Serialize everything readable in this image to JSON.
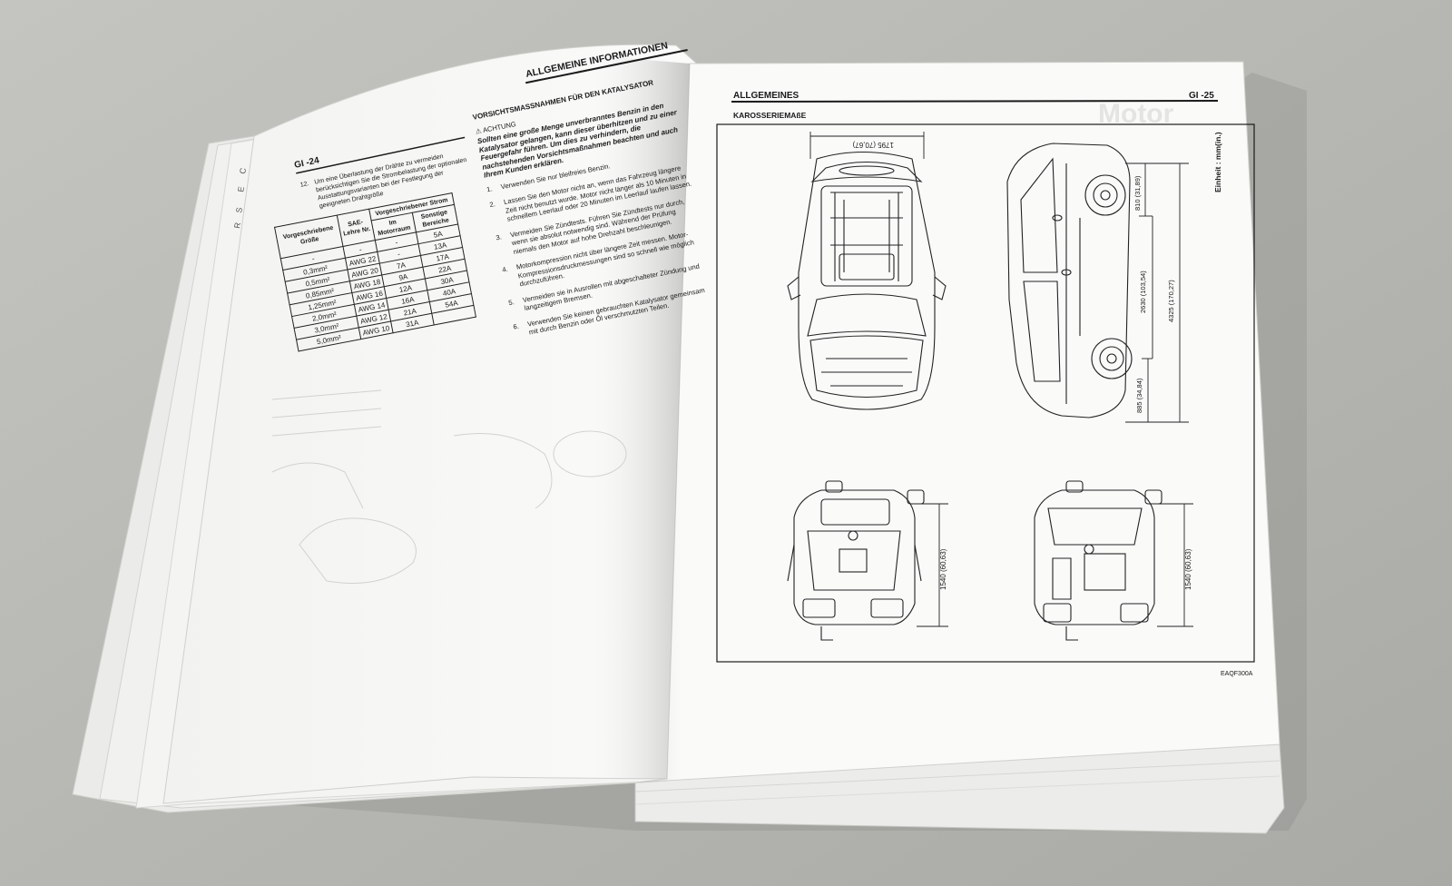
{
  "left_page": {
    "section_title": "ALLGEMEINE INFORMATIONEN",
    "page_number": "GI -24",
    "intro_num": "12.",
    "intro_text": "Um eine Überlastung der Drähte zu vermeiden berücksichtigen Sie die Strombelastung der optionalen Ausstattungsvarianten bei der Festlegung der geeigneten Drahtgröße",
    "wire_table": {
      "header_size": "Vorgeschriebene Größe",
      "header_sae": "SAE-Lehre Nr.",
      "header_current": "Vorgeschriebener Strom",
      "header_motor": "Im Motorraum",
      "header_other": "Sonstige Bereiche",
      "rows": [
        {
          "size": "-",
          "sae": "-",
          "motor": "-",
          "other": "5A"
        },
        {
          "size": "0,3mm²",
          "sae": "AWG 22",
          "motor": "-",
          "other": "13A"
        },
        {
          "size": "0,5mm²",
          "sae": "AWG 20",
          "motor": "7A",
          "other": "17A"
        },
        {
          "size": "0,85mm²",
          "sae": "AWG 18",
          "motor": "9A",
          "other": "22A"
        },
        {
          "size": "1,25mm²",
          "sae": "AWG 16",
          "motor": "12A",
          "other": "30A"
        },
        {
          "size": "2,0mm²",
          "sae": "AWG 14",
          "motor": "16A",
          "other": "40A"
        },
        {
          "size": "3,0mm²",
          "sae": "AWG 12",
          "motor": "21A",
          "other": "54A"
        },
        {
          "size": "5,0mm²",
          "sae": "AWG 10",
          "motor": "31A",
          "other": ""
        }
      ]
    },
    "caution_heading": "VORSICHTSMASSNAHMEN FÜR DEN KATALYSATOR",
    "caution_label": "ACHTUNG",
    "caution_text": "Sollten eine große Menge unverbranntes Benzin in den Katalysator gelangen, kann dieser überhitzen und zu einer Feuergefahr führen. Um dies zu verhindern, die nachstehenden Vorsichtsmaßnahmen beachten und auch Ihrem Kunden erklären.",
    "items": [
      {
        "n": "1.",
        "text": "Verwenden Sie nur bleifreies Benzin."
      },
      {
        "n": "2.",
        "text": "Lassen Sie den Motor nicht an, wenn das Fahrzeug längere Zeit nicht benutzt wurde. Motor nicht länger als 10 Minuten in schnellem Leerlauf oder 20 Minuten im Leerlauf laufen lassen."
      },
      {
        "n": "3.",
        "text": "Vermeiden Sie Zündtests. Führen Sie Zündtests nur durch, wenn sie absolut notwendig sind. Während der Prüfung niemals den Motor auf hohe Drehzahl beschleunigen."
      },
      {
        "n": "4.",
        "text": "Motorkompression nicht über längere Zeit messen. Motor-Kompressionsdruckmessungen sind so schnell wie möglich durchzuführen."
      },
      {
        "n": "5.",
        "text": "Vermeiden sie in Ausrollen mit abgeschalteter Zündung und langzeitigem Bremsen."
      },
      {
        "n": "6.",
        "text": "Verwenden Sie keinen gebrauchten Katalysator gemeinsam mit durch Benzin oder Öl verschmutzten Teilen."
      }
    ],
    "edge_letters": [
      "C",
      "E",
      "S",
      "R"
    ]
  },
  "right_page": {
    "section_title": "ALLGEMEINES",
    "page_number": "GI -25",
    "subheading": "KAROSSERIEMAßE",
    "unit_note": "Einheit : mm(in.)",
    "dim_width": "1795 (70,67)",
    "dim_front_overhang": "810 (31,89)",
    "dim_wheelbase": "2630 (103,54)",
    "dim_length": "4325 (170,27)",
    "dim_rear_overhang": "885 (34,84)",
    "dim_track_front": "1540 (60,63)",
    "dim_track_rear": "1540 (60,63)",
    "figure_code": "EAQF300A",
    "bleed_text": "Motor"
  },
  "colors": {
    "background": "#b9b9b5",
    "paper": "#f7f7f5",
    "ink": "#1a1a1a"
  }
}
